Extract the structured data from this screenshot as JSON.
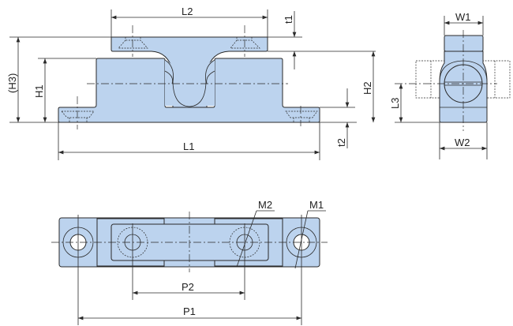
{
  "labels": {
    "L2": "L2",
    "t1": "t1",
    "H3": "(H3)",
    "H1": "H1",
    "H2": "H2",
    "t2": "t2",
    "L1": "L1",
    "W1": "W1",
    "L3": "L3",
    "W2": "W2",
    "M2": "M2",
    "M1": "M1",
    "P2": "P2",
    "P1": "P1"
  },
  "colors": {
    "part_fill": "#bcd3ee",
    "line": "#2a2a2a"
  }
}
